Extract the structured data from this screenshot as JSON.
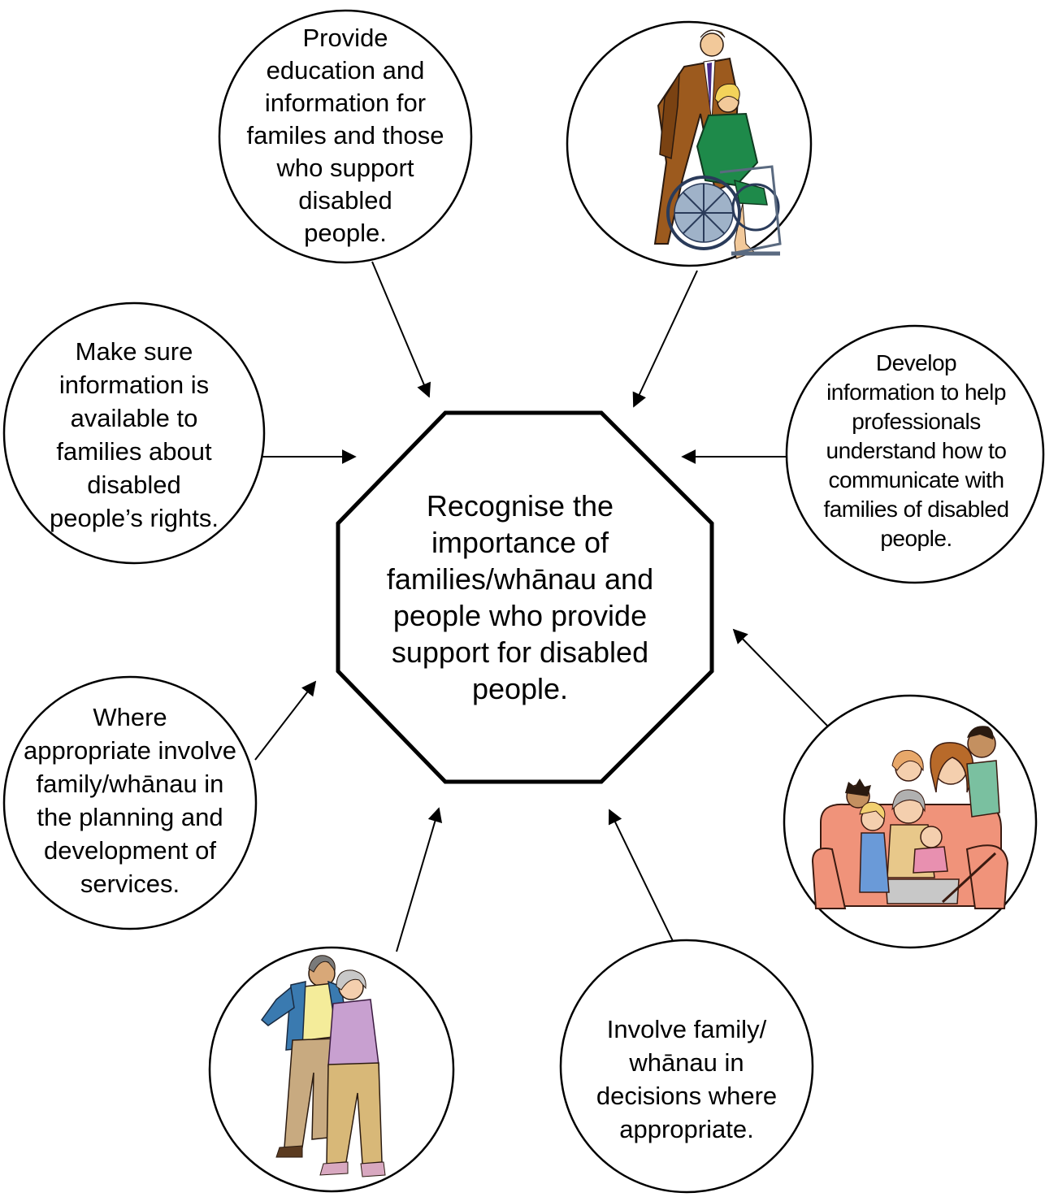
{
  "center": {
    "text": "Recognise the\nimportance of\nfamilies/whānau and\npeople who provide\nsupport for disabled\npeople."
  },
  "nodes": {
    "top": {
      "text": "Provide\neducation and\ninformation for\nfamiles and those\nwho support\ndisabled\npeople."
    },
    "left": {
      "text": "Make sure\ninformation is\navailable to\nfamilies about\ndisabled\npeople’s rights."
    },
    "right": {
      "text": "Develop\ninformation to help\nprofessionals\nunderstand how to\ncommunicate with\nfamilies of disabled\npeople."
    },
    "lower_left": {
      "text": "Where\nappropriate involve\nfamily/whānau in\nthe planning and\ndevelopment of\nservices."
    },
    "bottom_right": {
      "text": "Involve family/\nwhānau in\ndecisions where\nappropriate."
    }
  },
  "images": {
    "top_right": {
      "icon": "wheelchair-user-clipart"
    },
    "lower_right": {
      "icon": "family-group-clipart"
    },
    "bottom_left": {
      "icon": "elderly-couple-clipart"
    }
  },
  "colors": {
    "stroke": "#000000",
    "background": "#ffffff"
  }
}
